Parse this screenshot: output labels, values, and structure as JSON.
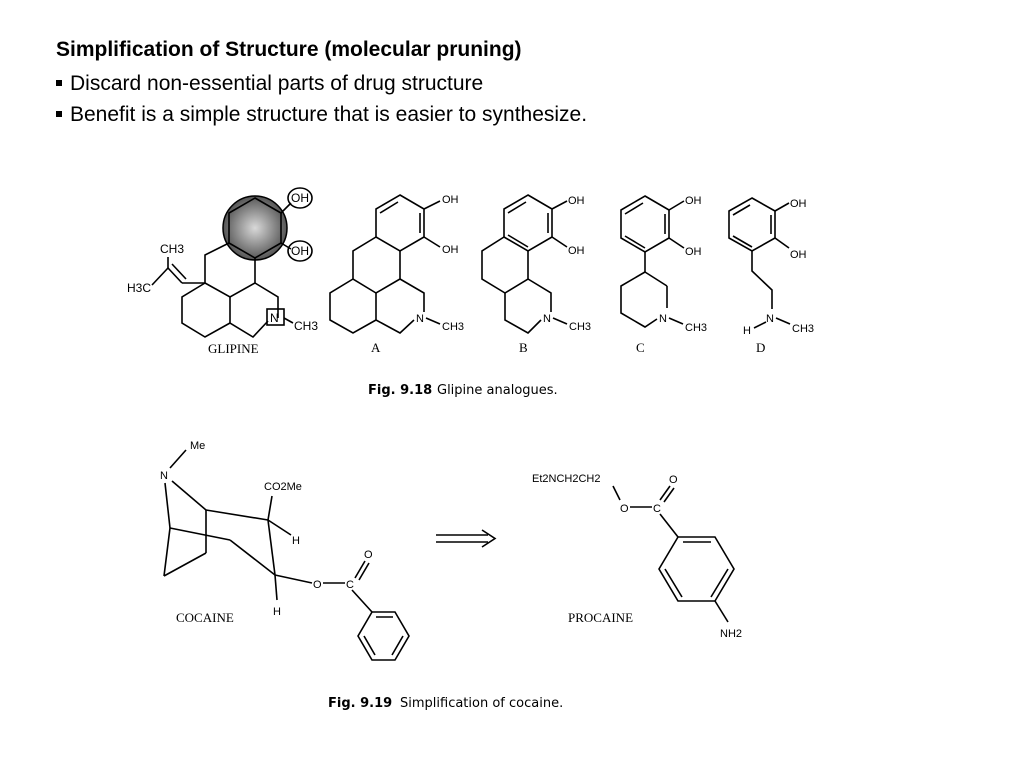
{
  "slide": {
    "title": "Simplification of Structure (molecular pruning)",
    "bullets": [
      "Discard non-essential parts of drug structure",
      "Benefit is a simple structure that is easier to synthesize."
    ]
  },
  "figure_918": {
    "number": "Fig. 9.18",
    "caption": "Glipine analogues.",
    "labels": [
      "GLIPINE",
      "A",
      "B",
      "C",
      "D"
    ],
    "atoms": {
      "oh": "OH",
      "n": "N",
      "ch3": "CH3",
      "h3c": "H3C",
      "h": "H"
    }
  },
  "figure_919": {
    "number": "Fig. 9.19",
    "caption": "Simplification of cocaine.",
    "cocaine": {
      "label": "COCAINE",
      "me": "Me",
      "n": "N",
      "co2me": "CO2Me",
      "h": "H",
      "o": "O",
      "c": "C"
    },
    "procaine": {
      "label": "PROCAINE",
      "amine_chain": "Et2NCH2CH2",
      "o": "O",
      "c": "C",
      "nh2": "NH2"
    }
  }
}
